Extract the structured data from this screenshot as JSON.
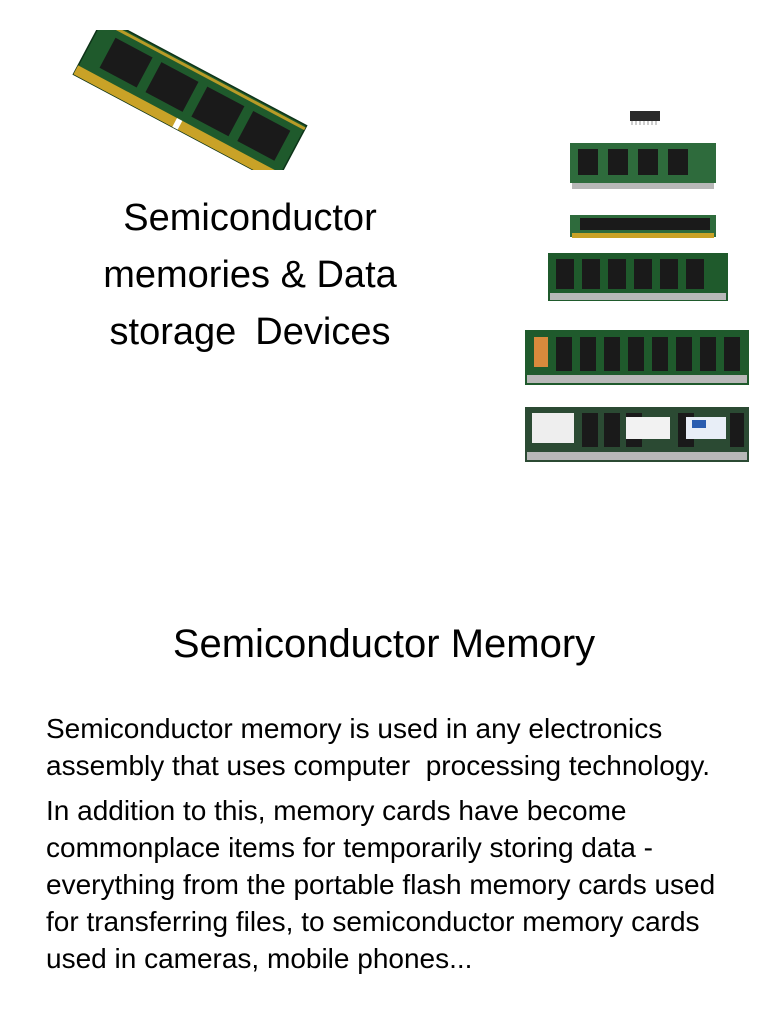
{
  "slide1": {
    "title_lines": [
      "Semiconductor",
      "memories & Data",
      "storage Devices"
    ],
    "images": [
      "laptop-ram-module-photo",
      "memory-modules-evolution-photo"
    ]
  },
  "slide2": {
    "title": "Semiconductor Memory",
    "paragraphs": [
      "Semiconductor memory is used in any electronics assembly that uses computer  processing technology.",
      "In addition to this, memory cards have become commonplace items for temporarily storing data - everything from the portable flash memory cards used for transferring files, to semiconductor memory cards used in cameras, mobile phones..."
    ]
  },
  "colors": {
    "pcb_green": "#1f5a2c",
    "chip_black": "#1a1a1a",
    "gold_contacts": "#c9a227"
  }
}
